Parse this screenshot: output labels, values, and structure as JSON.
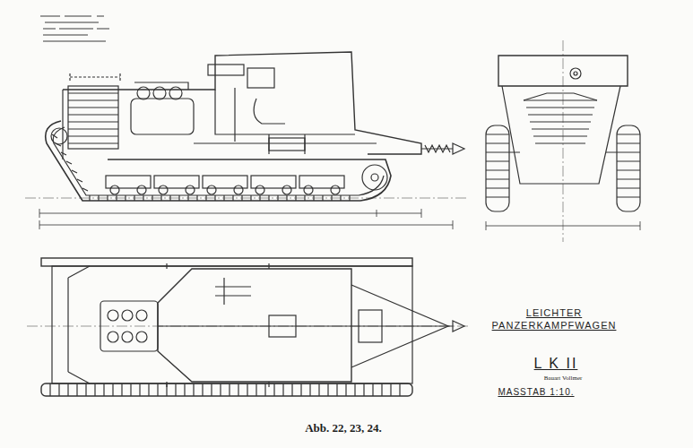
{
  "diagram": {
    "title": "LEICHTER PANZERKAMPFWAGEN",
    "caption": "Abb. 22, 23, 24.",
    "labels": [
      "L K II",
      "Bauart Vollmer",
      "MASSTAB 1:10."
    ]
  }
}
